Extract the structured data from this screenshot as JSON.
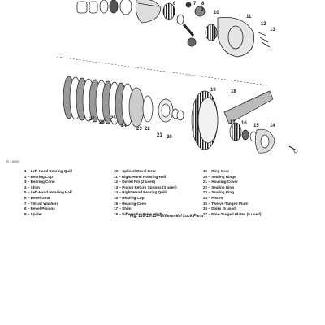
{
  "figure_code": "R 19859",
  "callouts": [
    "6",
    "7",
    "8",
    "9",
    "10",
    "11",
    "12",
    "13",
    "19",
    "18",
    "17",
    "16",
    "15",
    "14",
    "27",
    "26",
    "25",
    "24",
    "23",
    "22",
    "21",
    "20"
  ],
  "legend": {
    "col1": [
      "1 – Left-Hand Bearing Quill",
      "2 – Bearing Cup",
      "3 – Bearing Cone",
      "4 – Shim",
      "5 – Left-Hand Housing Half",
      "6 – Bevel Gear",
      "7 – Thrust Washers",
      "8 – Bevel Pinions",
      "9 – Spider"
    ],
    "col2": [
      "10 – Splined Bevel Gear",
      "11 – Right-Hand Housing Half",
      "12 – Dowel Pin (2 used)",
      "13 – Piston Return Springs (3 used)",
      "14 – Right-Hand Bearing Quill",
      "15 – Bearing Cup",
      "16 – Bearing Cone",
      "17 – Shim",
      "18 – Differential Drive Shaft"
    ],
    "col3": [
      "19 – Ring Gear",
      "20 – Sealing Rings",
      "21 – Housing Cover",
      "22 – Sealing Ring",
      "23 – Sealing Ring",
      "24 – Piston",
      "25 – Twelve-Tanged Plate",
      "26 – Disks (5 used)",
      "27 – Nine-Tanged Plates (5 used)"
    ]
  },
  "caption": "Fig. 110-15-13—Differential Lock Parts"
}
